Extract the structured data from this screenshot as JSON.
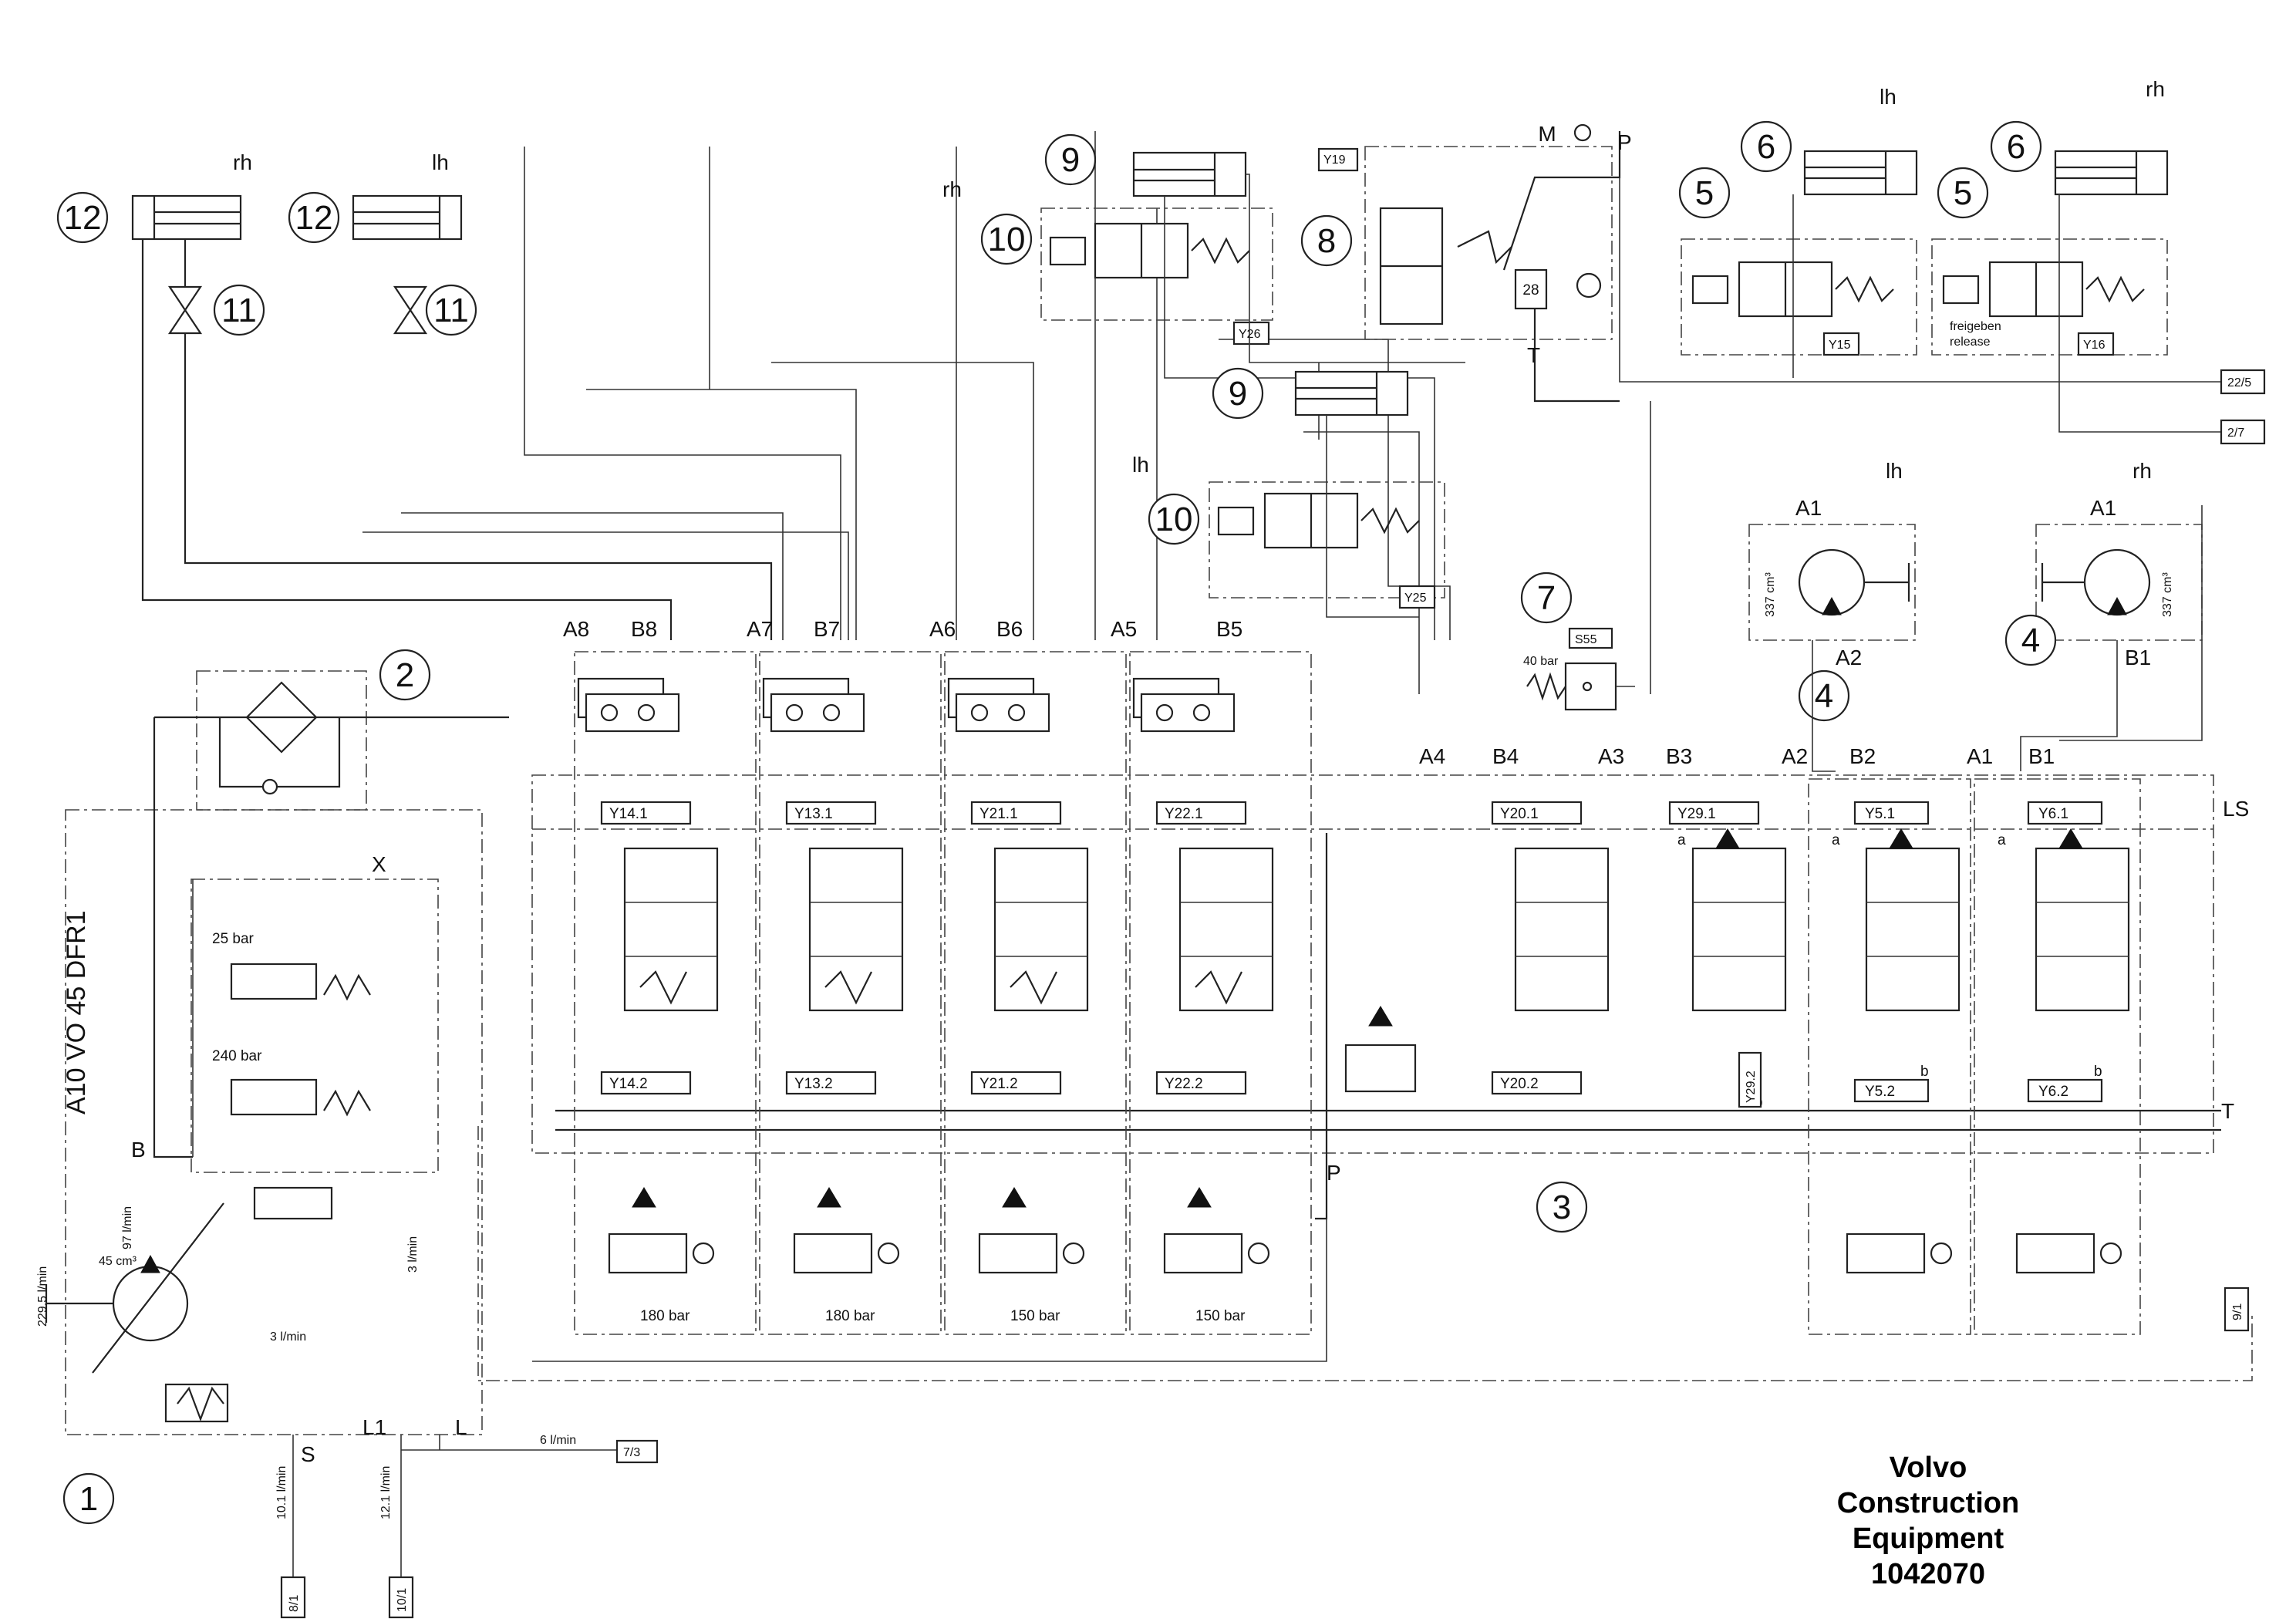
{
  "brand": {
    "line1": "Volvo Construction",
    "line2": "Equipment",
    "doc_number": "1042070"
  },
  "side_labels": {
    "rh": "rh",
    "lh": "lh"
  },
  "pump": {
    "model": "A10 VO 45 DFR1",
    "displacement": "45 cm³",
    "drive_flow": "229.5 l/min",
    "flow_97": "97 l/min",
    "flow_3a": "3 l/min",
    "flow_3b": "3 l/min",
    "p25": "25 bar",
    "p240": "240 bar"
  },
  "ports": {
    "B": "B",
    "X": "X",
    "S": "S",
    "L1": "L1",
    "L": "L",
    "P": "P",
    "T": "T",
    "M": "M",
    "LS": "LS",
    "A_B": [
      "A8",
      "B8",
      "A7",
      "B7",
      "A6",
      "B6",
      "A5",
      "B5",
      "A4",
      "B4",
      "A3",
      "B3",
      "A2",
      "B2",
      "A1",
      "B1"
    ]
  },
  "components": {
    "c1": "1",
    "c2": "2",
    "c3": "3",
    "c4": "4",
    "c5": "5",
    "c6": "6",
    "c7": "7",
    "c8": "8",
    "c9": "9",
    "c10": "10",
    "c11": "11",
    "c12": "12"
  },
  "solenoids": {
    "top": [
      "Y14.1",
      "Y13.1",
      "Y21.1",
      "Y22.1",
      "Y20.1",
      "Y29.1",
      "Y5.1",
      "Y6.1"
    ],
    "bottom": [
      "Y14.2",
      "Y13.2",
      "Y21.2",
      "Y22.2",
      "Y20.2",
      "Y29.2",
      "Y5.2",
      "Y6.2"
    ],
    "other": {
      "y19": "Y19",
      "y26": "Y26",
      "y25": "Y25",
      "y15": "Y15",
      "y16": "Y16",
      "s55": "S55"
    }
  },
  "relief_pressures": [
    "180 bar",
    "180 bar",
    "150 bar",
    "150 bar"
  ],
  "misc": {
    "p40": "40 bar",
    "motor_disp": "337 cm³",
    "valve_28": "28",
    "freigeben": "freigeben",
    "release": "release",
    "spool_a": "a",
    "spool_b": "b"
  },
  "refs": {
    "r22_5": "22/5",
    "r2_7": "2/7",
    "r7_3": "7/3",
    "r9_1": "9/1",
    "r8_1": "8/1",
    "r10_1": "10/1"
  },
  "flows": {
    "f6": "6 l/min",
    "f10": "10.1 l/min",
    "f12": "12.1 l/min"
  }
}
